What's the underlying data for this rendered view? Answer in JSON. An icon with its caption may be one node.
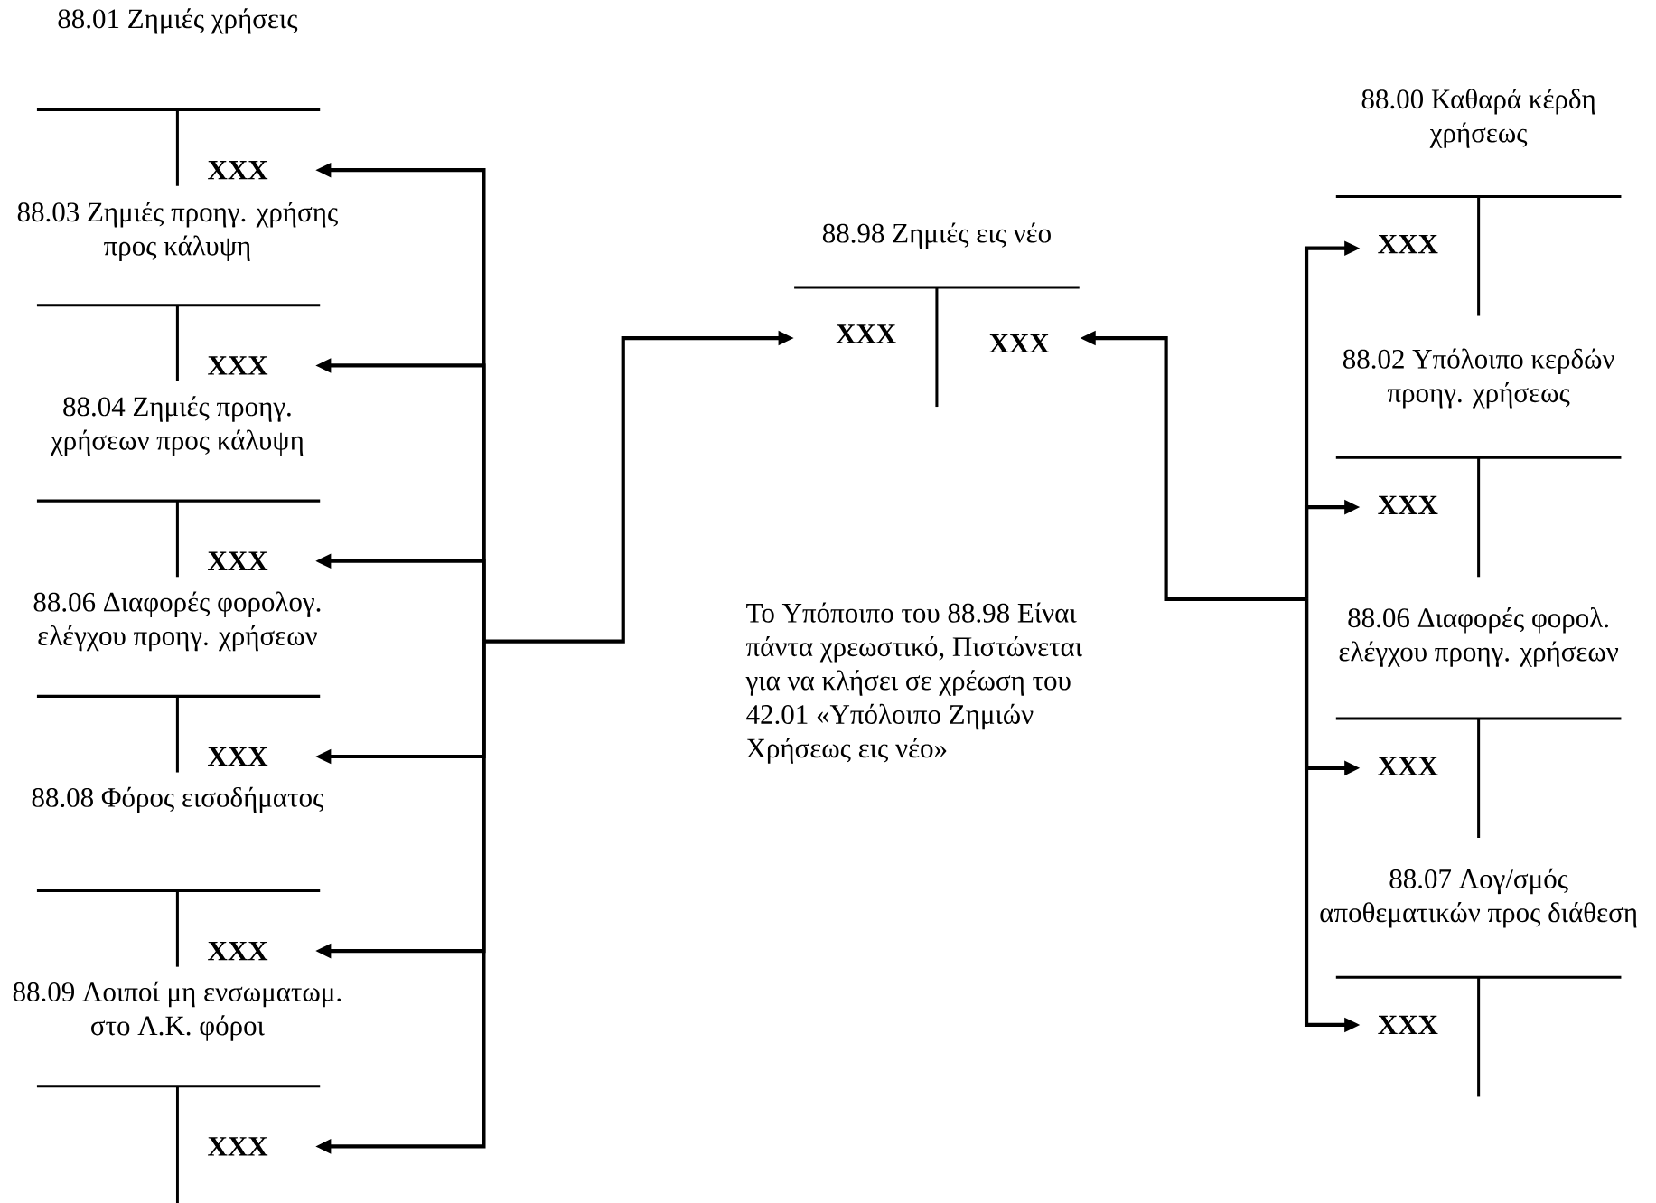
{
  "diagram": {
    "nodes": [
      {
        "text": [
          "88.01 Ζημιές χρήσεις",
          "XXX"
        ]
      },
      {
        "text": [
          "88.03 Ζημιές προηγ. χρήσης προς κάλυψη",
          "XXX"
        ]
      },
      {
        "text": [
          "88.04 Ζημιές προηγ. χρήσεων προς κάλυψη",
          "XXX"
        ]
      },
      {
        "text": [
          "88.06 Διαφορές φορολογ. ελέγχου προηγ. χρήσεων",
          "XXX"
        ]
      },
      {
        "text": [
          "88.08 Φόρος εισοδήματος",
          "XXX"
        ]
      },
      {
        "text": [
          "88.09 Λοιποί μη ενσωματωμ. στο Λ.Κ. φόροι",
          "XXX"
        ]
      },
      {
        "text": [
          "88.98 Ζημιές εις νέο",
          "XXX",
          "XXX"
        ]
      },
      {
        "text": [
          "88.00 Καθαρά κέρδη χρήσεως",
          "XXX"
        ]
      },
      {
        "text": [
          "88.02 Υπόλοιπο κερδών προηγ. χρήσεως",
          "XXX"
        ]
      },
      {
        "text": [
          "88.06 Διαφορές φορολ. ελέγχου προηγ. χρήσεων",
          "XXX"
        ]
      },
      {
        "text": [
          "88.07 Λογ/σμός αποθεματικών προς διάθεση",
          "XXX"
        ]
      }
    ],
    "edges": [
      {
        "from": 6,
        "to": 0,
        "arrow": "both"
      },
      {
        "from": 6,
        "to": 1,
        "arrow": "both"
      },
      {
        "from": 6,
        "to": 2,
        "arrow": "both"
      },
      {
        "from": 6,
        "to": 3,
        "arrow": "both"
      },
      {
        "from": 6,
        "to": 4,
        "arrow": "both"
      },
      {
        "from": 6,
        "to": 5,
        "arrow": "both"
      },
      {
        "from": 6,
        "to": 7,
        "arrow": "both"
      },
      {
        "from": 6,
        "to": 8,
        "arrow": "both"
      },
      {
        "from": 6,
        "to": 9,
        "arrow": "both"
      },
      {
        "from": 6,
        "to": 10,
        "arrow": "both"
      }
    ],
    "labels": [
      "Το Υπόποιπο του 88.98 Είναι πάντα χρεωστικό, Πιστώνεται για να κλήσει σε χρέωση του 42.01 «Υπόλοιπο Ζημιών Χρήσεως εις νέο»"
    ]
  }
}
